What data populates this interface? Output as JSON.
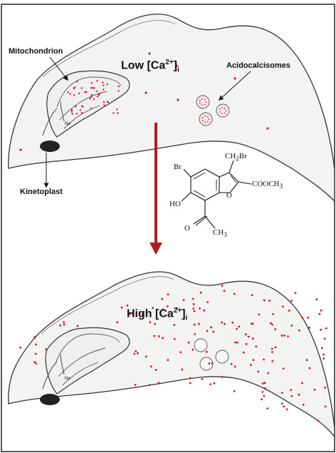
{
  "labels": {
    "mitochondrion": "Mitochondrion",
    "acidocalcisomes": "Acidocalcisomes",
    "kinetoplast": "Kinetoplast",
    "low_prefix": "Low [Ca",
    "high_prefix": "High [Ca",
    "ca_charge": "2+",
    "close": "]",
    "sub_i": "i",
    "na": "Na"
  },
  "molecule": {
    "br": "Br",
    "ho": "HO",
    "o": "O",
    "ch2br_main": "CH",
    "ch2br_sub": "2",
    "ch2br_tail": "Br",
    "cooch3_main": "COOCH",
    "cooch3_sub": "3",
    "ch3_main": "CH",
    "ch3_sub": "3",
    "carbonyl_o": "O"
  },
  "colors": {
    "calcium": "#cc1a2a",
    "arrow": "#b31b1b",
    "outline": "#333333"
  }
}
